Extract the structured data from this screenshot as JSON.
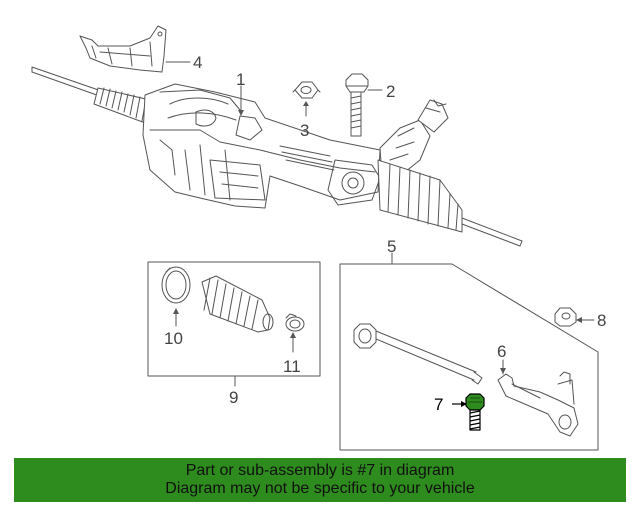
{
  "callouts": {
    "c1": "1",
    "c2": "2",
    "c3": "3",
    "c4": "4",
    "c5": "5",
    "c6": "6",
    "c7": "7",
    "c8": "8",
    "c9": "9",
    "c10": "10",
    "c11": "11"
  },
  "highlight": {
    "part_number": "7",
    "color": "#2e8b1e"
  },
  "banner": {
    "line1": "Part or sub-assembly is #7 in diagram",
    "line2": "Diagram may not be specific to your vehicle",
    "background": "#2e8b1e"
  }
}
